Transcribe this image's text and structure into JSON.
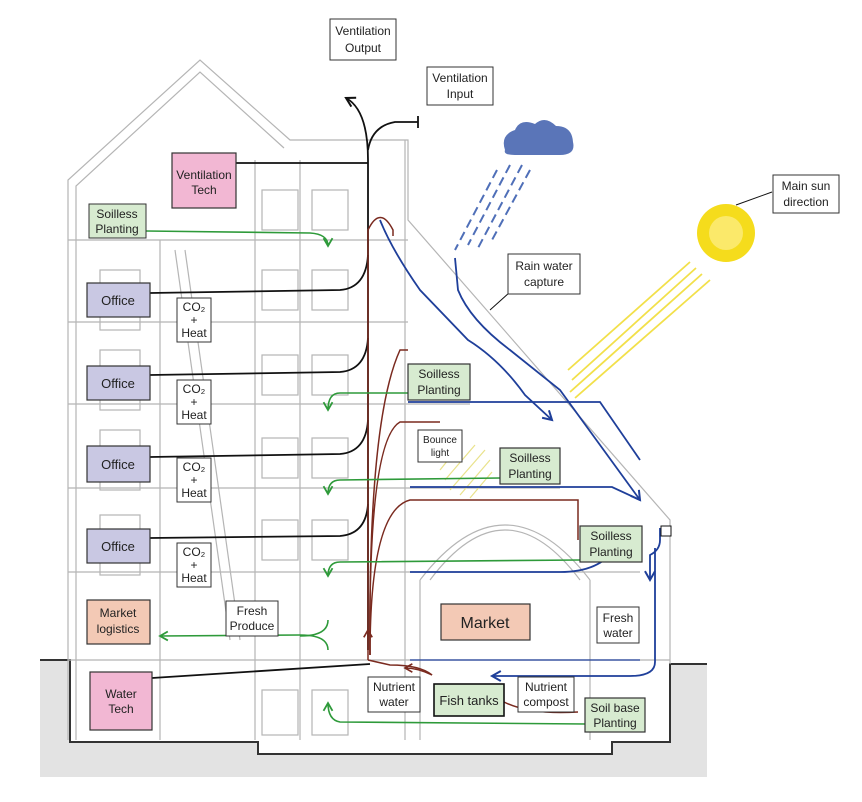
{
  "labels": {
    "ventilation_output": [
      "Ventilation",
      "Output"
    ],
    "ventilation_input": [
      "Ventilation",
      "Input"
    ],
    "main_sun": [
      "Main sun",
      "direction"
    ],
    "rain_water": [
      "Rain water",
      "capture"
    ],
    "ventilation_tech": [
      "Ventilation",
      "Tech"
    ],
    "soilless_top": [
      "Soilless",
      "Planting"
    ],
    "office": "Office",
    "co2_heat": [
      "CO₂",
      "+",
      "Heat"
    ],
    "soilless_mid1": [
      "Soilless",
      "Planting"
    ],
    "soilless_mid2": [
      "Soilless",
      "Planting"
    ],
    "soilless_mid3": [
      "Soilless",
      "Planting"
    ],
    "bounce_light": [
      "Bounce",
      "light"
    ],
    "market": "Market",
    "market_logistics": [
      "Market",
      "logistics"
    ],
    "fresh_produce": [
      "Fresh",
      "Produce"
    ],
    "fresh_water": [
      "Fresh",
      "water"
    ],
    "water_tech": [
      "Water",
      "Tech"
    ],
    "nutrient_water": [
      "Nutrient",
      "water"
    ],
    "fish_tanks": "Fish tanks",
    "nutrient_compost": [
      "Nutrient",
      "compost"
    ],
    "soil_base": [
      "Soil base",
      "Planting"
    ]
  },
  "colors": {
    "office_fill": "#c9c8e3",
    "tech_fill": "#f2b7d3",
    "planting_fill": "#d7ebd0",
    "market_fill": "#f3c9b5",
    "ventilation_line": "#111111",
    "water_line": "#1f3f9a",
    "nutrient_line": "#7a2a1f",
    "planting_line": "#2e9a3a",
    "sun": "#f5dc1c",
    "cloud": "#5a75b8",
    "ground": "#e3e3e3"
  }
}
